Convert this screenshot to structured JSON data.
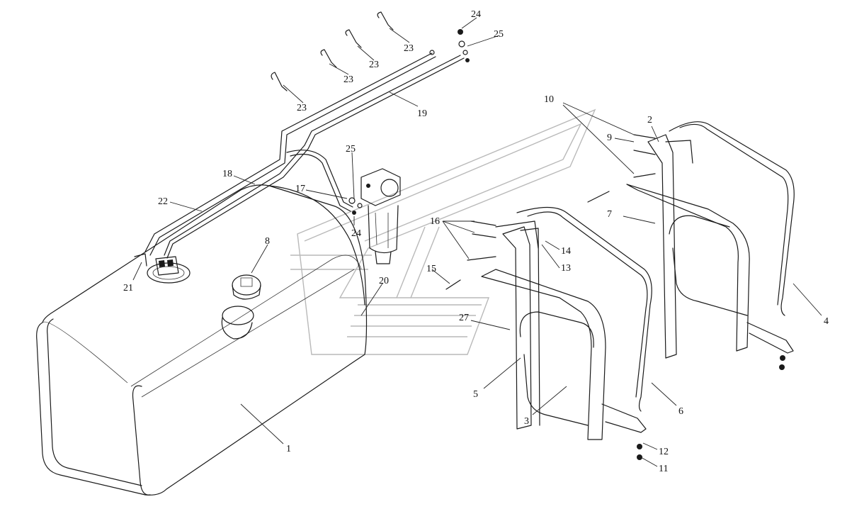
{
  "labels": [
    {
      "id": "1",
      "text": "1"
    },
    {
      "id": "2",
      "text": "2"
    },
    {
      "id": "3",
      "text": "3"
    },
    {
      "id": "4",
      "text": "4"
    },
    {
      "id": "5",
      "text": "5"
    },
    {
      "id": "6",
      "text": "6"
    },
    {
      "id": "7",
      "text": "7"
    },
    {
      "id": "8",
      "text": "8"
    },
    {
      "id": "9",
      "text": "9"
    },
    {
      "id": "10",
      "text": "10"
    },
    {
      "id": "11",
      "text": "11"
    },
    {
      "id": "12",
      "text": "12"
    },
    {
      "id": "13",
      "text": "13"
    },
    {
      "id": "14",
      "text": "14"
    },
    {
      "id": "15",
      "text": "15"
    },
    {
      "id": "16",
      "text": "16"
    },
    {
      "id": "17",
      "text": "17"
    },
    {
      "id": "18",
      "text": "18"
    },
    {
      "id": "19",
      "text": "19"
    },
    {
      "id": "20",
      "text": "20"
    },
    {
      "id": "21",
      "text": "21"
    },
    {
      "id": "22",
      "text": "22"
    },
    {
      "id": "23a",
      "text": "23"
    },
    {
      "id": "23b",
      "text": "23"
    },
    {
      "id": "23c",
      "text": "23"
    },
    {
      "id": "23d",
      "text": "23"
    },
    {
      "id": "24a",
      "text": "24"
    },
    {
      "id": "24b",
      "text": "24"
    },
    {
      "id": "25a",
      "text": "25"
    },
    {
      "id": "25b",
      "text": "25"
    },
    {
      "id": "27",
      "text": "27"
    }
  ]
}
